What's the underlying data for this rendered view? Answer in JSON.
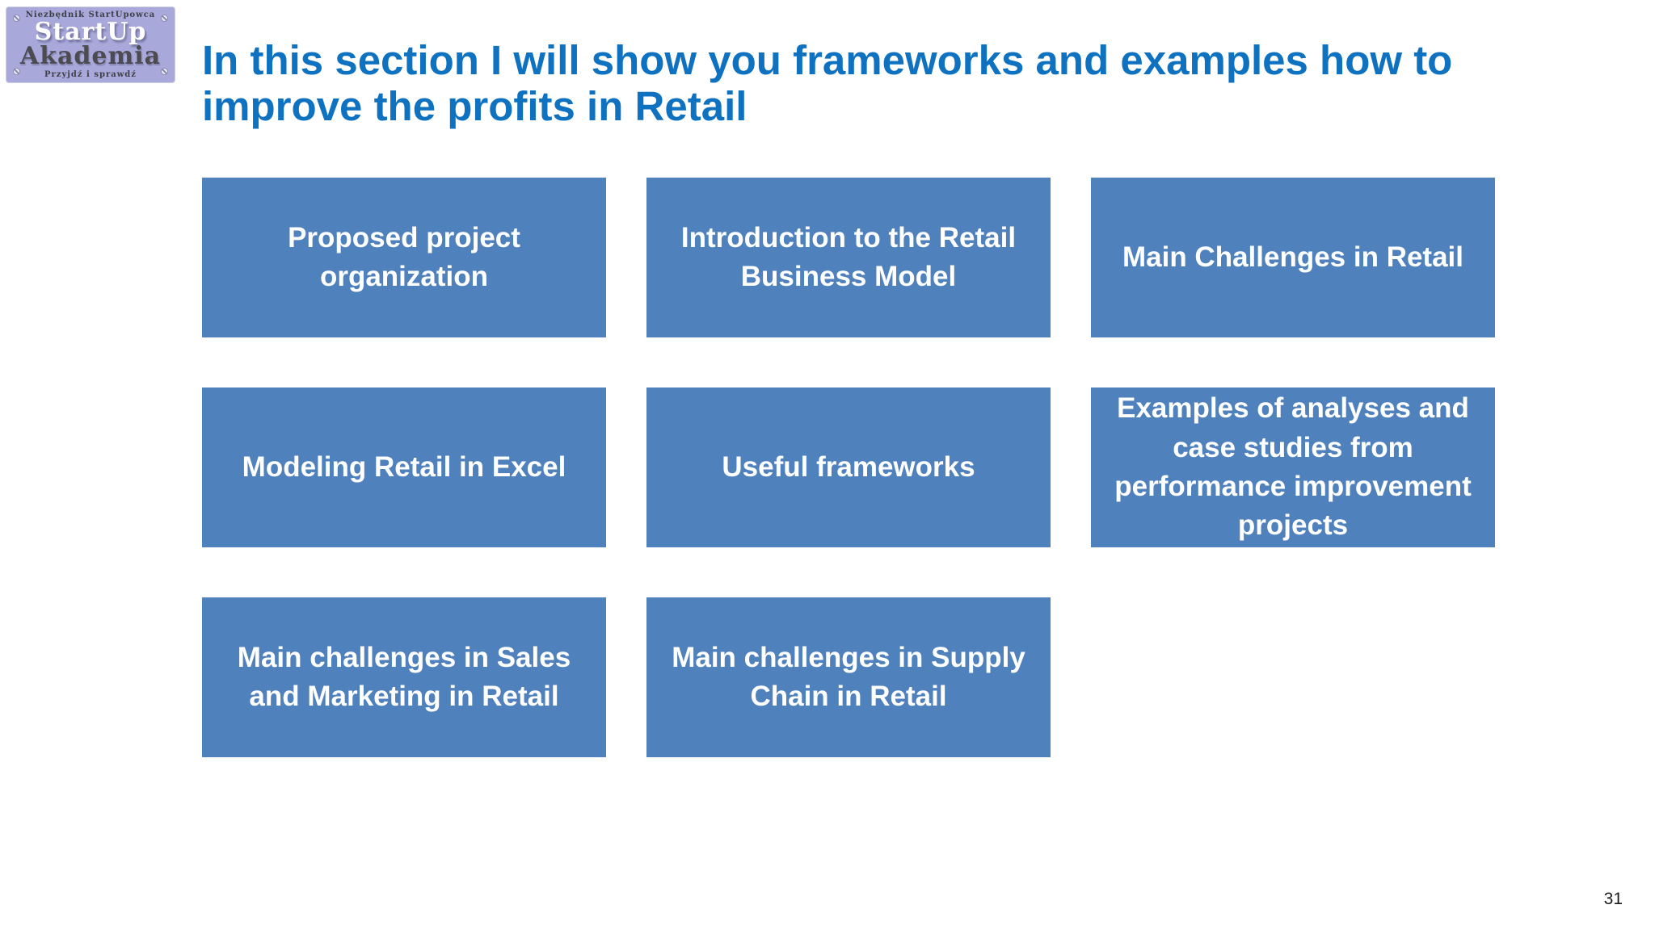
{
  "colors": {
    "page_bg": "#ffffff",
    "title": "#0e72c1",
    "box_bg": "#4f81bd",
    "box_text": "#ffffff",
    "logo_bg": "#a8a9da"
  },
  "logo": {
    "top_text": "Niezbędnik StartUpowca",
    "name_line1": "StartUp",
    "name_line2": "Akademia",
    "bottom_text": "Przyjdź i sprawdź"
  },
  "header": {
    "title": "In this section I will show you frameworks and examples how to\nimprove the profits in Retail"
  },
  "grid": {
    "boxes": [
      {
        "label": "Proposed project\norganization"
      },
      {
        "label": "Introduction to the Retail\nBusiness Model"
      },
      {
        "label": "Main Challenges in Retail"
      },
      {
        "label": "Modeling Retail in Excel"
      },
      {
        "label": "Useful frameworks"
      },
      {
        "label": "Examples of analyses and\ncase studies from\nperformance improvement\nprojects"
      },
      {
        "label": "Main challenges in Sales\nand Marketing in Retail"
      },
      {
        "label": "Main challenges in Supply\nChain in Retail"
      }
    ]
  },
  "footer": {
    "page_number": "31"
  }
}
